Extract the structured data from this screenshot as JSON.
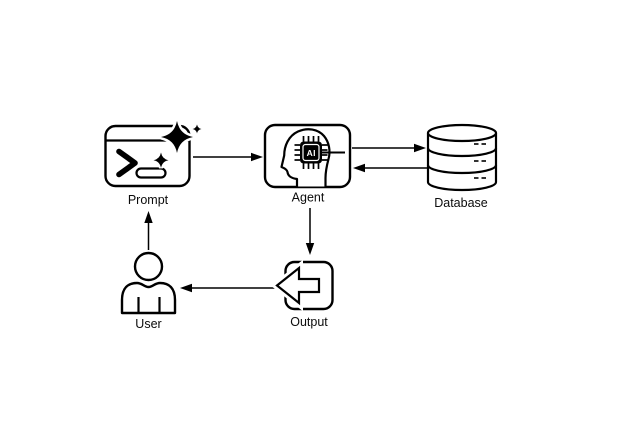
{
  "diagram": {
    "type": "flowchart",
    "background": "#ffffff",
    "stroke_color": "#000000",
    "nodes": {
      "prompt": {
        "label": "Prompt",
        "icon": "terminal-sparkle"
      },
      "agent": {
        "label": "Agent",
        "icon": "head-with-ai-chip",
        "chip_text": "AI"
      },
      "database": {
        "label": "Database",
        "icon": "database-cylinder"
      },
      "user": {
        "label": "User",
        "icon": "person"
      },
      "output": {
        "label": "Output",
        "icon": "export-left-arrow"
      }
    },
    "edges": [
      {
        "from": "Prompt",
        "to": "Agent",
        "direction": "right"
      },
      {
        "from": "Agent",
        "to": "Database",
        "direction": "right"
      },
      {
        "from": "Database",
        "to": "Agent",
        "direction": "left"
      },
      {
        "from": "Agent",
        "to": "Output",
        "direction": "down"
      },
      {
        "from": "Output",
        "to": "User",
        "direction": "left"
      },
      {
        "from": "User",
        "to": "Prompt",
        "direction": "up"
      }
    ]
  }
}
